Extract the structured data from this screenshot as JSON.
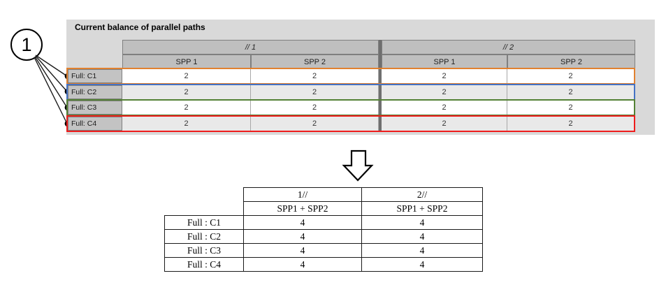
{
  "callout": {
    "label": "1"
  },
  "panel": {
    "title": "Current balance of parallel paths",
    "table": {
      "group1_label": "// 1",
      "group2_label": "// 2",
      "subheaders": [
        "SPP 1",
        "SPP 2",
        "SPP 1",
        "SPP 2"
      ],
      "rows": [
        {
          "label": "Full: C1",
          "values": [
            "2",
            "2",
            "2",
            "2"
          ],
          "highlight_color": "#e1812f"
        },
        {
          "label": "Full: C2",
          "values": [
            "2",
            "2",
            "2",
            "2"
          ],
          "highlight_color": "#4472c4"
        },
        {
          "label": "Full: C3",
          "values": [
            "2",
            "2",
            "2",
            "2"
          ],
          "highlight_color": "#538135"
        },
        {
          "label": "Full: C4",
          "values": [
            "2",
            "2",
            "2",
            "2"
          ],
          "highlight_color": "#ee1c1c"
        }
      ]
    }
  },
  "result_table": {
    "col1_header": "1//",
    "col2_header": "2//",
    "col1_subheader": "SPP1 + SPP2",
    "col2_subheader": "SPP1 + SPP2",
    "rows": [
      {
        "label": "Full : C1",
        "values": [
          "4",
          "4"
        ]
      },
      {
        "label": "Full : C2",
        "values": [
          "4",
          "4"
        ]
      },
      {
        "label": "Full : C3",
        "values": [
          "4",
          "4"
        ]
      },
      {
        "label": "Full : C4",
        "values": [
          "4",
          "4"
        ]
      }
    ]
  },
  "colors": {
    "panel_bg": "#d9d9d9",
    "header_cell_bg": "#bfbfbf",
    "row_label_bg": "#c3c3c3",
    "row_alt_bg": "#e9e9e9",
    "section_divider": "#6f6f6f"
  }
}
